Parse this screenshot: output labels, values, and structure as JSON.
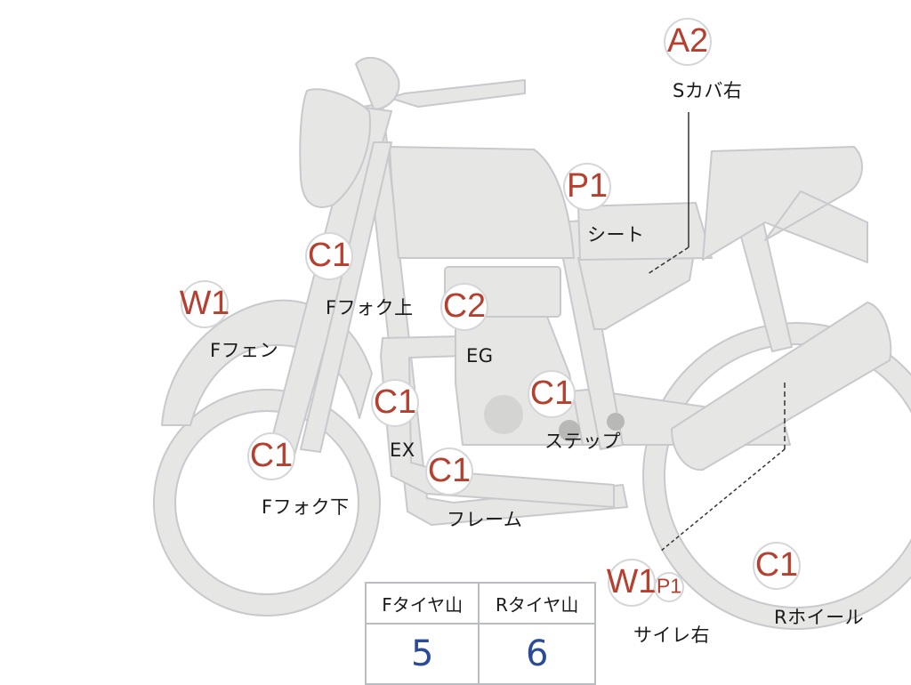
{
  "colors": {
    "body_fill": "#e6e6e4",
    "body_stroke": "#c7c9cc",
    "badge_text": "#b5402f",
    "badge_border": "#d4d6d9",
    "number_text": "#2b4a9a"
  },
  "markers": [
    {
      "code": "A2",
      "label": "Sカバ右"
    },
    {
      "code": "P1",
      "label": "シート"
    },
    {
      "code": "C1",
      "label": "Fフォク上"
    },
    {
      "code": "W1",
      "label": "Fフェン"
    },
    {
      "code": "C2",
      "label": "EG"
    },
    {
      "code": "C1",
      "label": "EX"
    },
    {
      "code": "C1",
      "label": "ステップ"
    },
    {
      "code": "C1",
      "label": "Fフォク下"
    },
    {
      "code": "C1",
      "label": "フレーム"
    },
    {
      "code": "W1",
      "label": "サイレ右"
    },
    {
      "code": "P1",
      "label": ""
    },
    {
      "code": "C1",
      "label": "Rホイール"
    }
  ],
  "tire_table": {
    "headers": [
      "Fタイヤ山",
      "Rタイヤ山"
    ],
    "values": [
      "5",
      "6"
    ]
  }
}
